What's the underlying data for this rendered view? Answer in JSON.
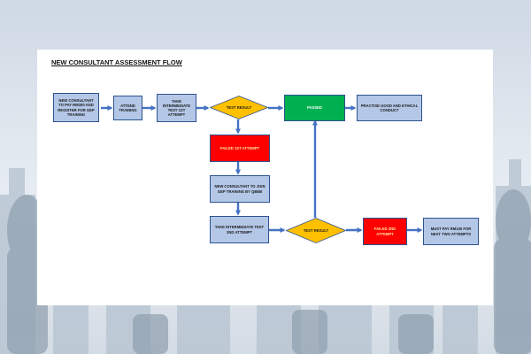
{
  "diagram": {
    "title": "NEW CONSULTANT ASSESSMENT FLOW",
    "nodes": {
      "pay_register": "NEW CONSULTANT TO PAY RM300 AND REGISTER FOR GEP TRAINING",
      "attend": "ATTEND TRAINING",
      "take_test_1": "TAKE INTERMEDIATE TEST 1ST ATTEMPT",
      "test_result_1": "TEST RESULT",
      "passed": "PASSED",
      "practise": "PRACTISE GOOD AND ETHICAL CONDUCT",
      "failed_1": "FAILED 1ST ATTEMPT",
      "join_training": "NEW CONSULTANT TO JOIN GEP TRAINING BY QBEB",
      "take_test_2": "TAKE INTERMEDIATE TEST 2ND ATTEMPT",
      "test_result_2": "TEST RESULT",
      "failed_2": "FAILED 2ND ATTEMPT",
      "pay_rm100": "MUST PAY RM100 FOR NEXT TWO ATTEMPTS"
    },
    "colors": {
      "process": "#b4c7e7",
      "decision": "#ffc000",
      "pass": "#00b050",
      "fail": "#ff0000",
      "arrow": "#4472c4"
    }
  }
}
